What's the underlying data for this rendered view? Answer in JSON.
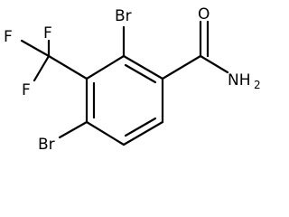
{
  "molecule": {
    "atoms": {
      "br_top": "Br",
      "br_bottom": "Br",
      "f_top_left": "F",
      "f_top_right": "F",
      "f_left": "F",
      "o": "O",
      "n": "NH",
      "n_subscript": "2"
    }
  }
}
